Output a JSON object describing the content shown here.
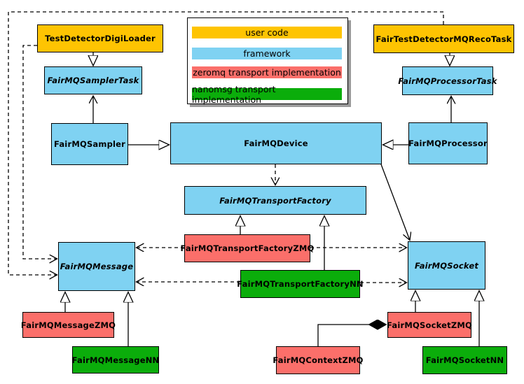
{
  "legend": {
    "items": [
      {
        "label": "user code",
        "color": "#FEC402"
      },
      {
        "label": "framework",
        "color": "#7FD2F2"
      },
      {
        "label": "zeromq transport implementation",
        "color": "#FB6F6A"
      },
      {
        "label": "nanomsg transport implementation",
        "color": "#0BAD0B"
      }
    ]
  },
  "nodes": [
    {
      "id": "TestDetectorDigiLoader",
      "label": "TestDetectorDigiLoader",
      "category": "user code",
      "abstract": false
    },
    {
      "id": "FairTestDetectorMQRecoTask",
      "label": "FairTestDetectorMQRecoTask",
      "category": "user code",
      "abstract": false
    },
    {
      "id": "FairMQSamplerTask",
      "label": "FairMQSamplerTask",
      "category": "framework",
      "abstract": true
    },
    {
      "id": "FairMQProcessorTask",
      "label": "FairMQProcessorTask",
      "category": "framework",
      "abstract": true
    },
    {
      "id": "FairMQSampler",
      "label": "FairMQSampler",
      "category": "framework",
      "abstract": false
    },
    {
      "id": "FairMQDevice",
      "label": "FairMQDevice",
      "category": "framework",
      "abstract": false
    },
    {
      "id": "FairMQProcessor",
      "label": "FairMQProcessor",
      "category": "framework",
      "abstract": false
    },
    {
      "id": "FairMQTransportFactory",
      "label": "FairMQTransportFactory",
      "category": "framework",
      "abstract": true
    },
    {
      "id": "FairMQTransportFactoryZMQ",
      "label": "FairMQTransportFactoryZMQ",
      "category": "zeromq transport implementation",
      "abstract": false
    },
    {
      "id": "FairMQTransportFactoryNN",
      "label": "FairMQTransportFactoryNN",
      "category": "nanomsg transport implementation",
      "abstract": false
    },
    {
      "id": "FairMQMessage",
      "label": "FairMQMessage",
      "category": "framework",
      "abstract": true
    },
    {
      "id": "FairMQSocket",
      "label": "FairMQSocket",
      "category": "framework",
      "abstract": true
    },
    {
      "id": "FairMQMessageZMQ",
      "label": "FairMQMessageZMQ",
      "category": "zeromq transport implementation",
      "abstract": false
    },
    {
      "id": "FairMQMessageNN",
      "label": "FairMQMessageNN",
      "category": "nanomsg transport implementation",
      "abstract": false
    },
    {
      "id": "FairMQContextZMQ",
      "label": "FairMQContextZMQ",
      "category": "zeromq transport implementation",
      "abstract": false
    },
    {
      "id": "FairMQSocketZMQ",
      "label": "FairMQSocketZMQ",
      "category": "zeromq transport implementation",
      "abstract": false
    },
    {
      "id": "FairMQSocketNN",
      "label": "FairMQSocketNN",
      "category": "nanomsg transport implementation",
      "abstract": false
    }
  ],
  "edges": [
    {
      "from": "TestDetectorDigiLoader",
      "to": "FairMQSamplerTask",
      "type": "generalization",
      "line": "solid"
    },
    {
      "from": "FairTestDetectorMQRecoTask",
      "to": "FairMQProcessorTask",
      "type": "generalization",
      "line": "solid"
    },
    {
      "from": "FairMQSampler",
      "to": "FairMQSamplerTask",
      "type": "association-arrow",
      "line": "solid"
    },
    {
      "from": "FairMQProcessor",
      "to": "FairMQProcessorTask",
      "type": "association-arrow",
      "line": "solid"
    },
    {
      "from": "FairMQSampler",
      "to": "FairMQDevice",
      "type": "generalization",
      "line": "solid"
    },
    {
      "from": "FairMQProcessor",
      "to": "FairMQDevice",
      "type": "generalization",
      "line": "solid"
    },
    {
      "from": "FairMQDevice",
      "to": "FairMQTransportFactory",
      "type": "dependency",
      "line": "dashed"
    },
    {
      "from": "FairMQDevice",
      "to": "FairMQSocket",
      "type": "association-arrow",
      "line": "solid"
    },
    {
      "from": "FairMQTransportFactoryZMQ",
      "to": "FairMQTransportFactory",
      "type": "generalization",
      "line": "solid"
    },
    {
      "from": "FairMQTransportFactoryNN",
      "to": "FairMQTransportFactory",
      "type": "generalization",
      "line": "solid"
    },
    {
      "from": "FairMQTransportFactoryZMQ",
      "to": "FairMQMessage",
      "type": "dependency",
      "line": "dashed"
    },
    {
      "from": "FairMQTransportFactoryZMQ",
      "to": "FairMQSocket",
      "type": "dependency",
      "line": "dashed"
    },
    {
      "from": "FairMQTransportFactoryNN",
      "to": "FairMQMessage",
      "type": "dependency",
      "line": "dashed"
    },
    {
      "from": "FairMQTransportFactoryNN",
      "to": "FairMQSocket",
      "type": "dependency",
      "line": "dashed"
    },
    {
      "from": "TestDetectorDigiLoader",
      "to": "FairMQMessage",
      "type": "dependency",
      "line": "dashed"
    },
    {
      "from": "FairTestDetectorMQRecoTask",
      "to": "FairMQMessage",
      "type": "dependency",
      "line": "dashed"
    },
    {
      "from": "FairMQMessageZMQ",
      "to": "FairMQMessage",
      "type": "generalization",
      "line": "solid"
    },
    {
      "from": "FairMQMessageNN",
      "to": "FairMQMessage",
      "type": "generalization",
      "line": "solid"
    },
    {
      "from": "FairMQSocketZMQ",
      "to": "FairMQSocket",
      "type": "generalization",
      "line": "solid"
    },
    {
      "from": "FairMQSocketNN",
      "to": "FairMQSocket",
      "type": "generalization",
      "line": "solid"
    },
    {
      "from": "FairMQContextZMQ",
      "to": "FairMQSocketZMQ",
      "type": "composition",
      "line": "solid"
    }
  ]
}
